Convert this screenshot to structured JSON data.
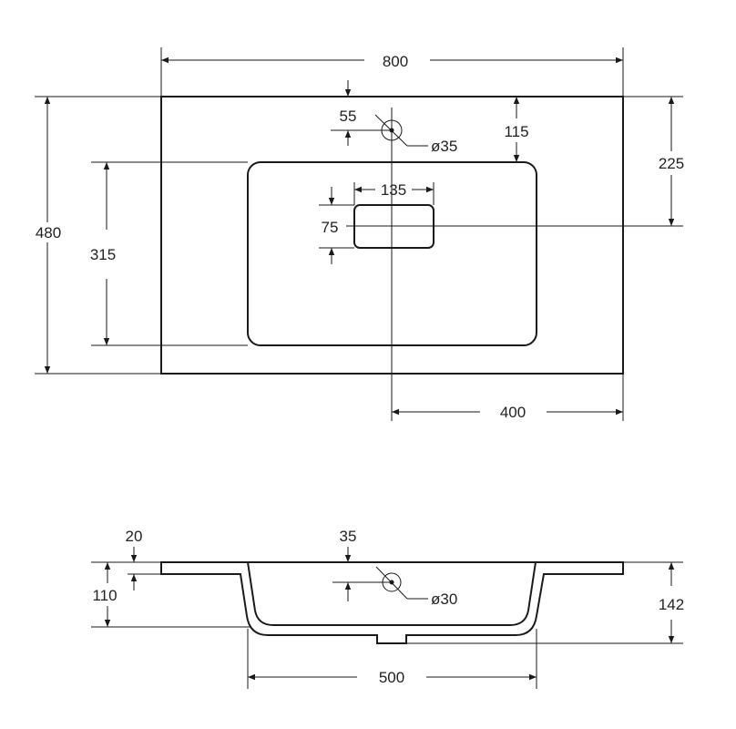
{
  "colors": {
    "line": "#1a1a1a",
    "text": "#222222",
    "background": "#ffffff"
  },
  "top_view": {
    "overall_width": "800",
    "overall_depth": "480",
    "tap_hole_offset": "55",
    "tap_hole_diameter": "ø35",
    "bowl_offset_from_back": "115",
    "drain_center_offset": "225",
    "bowl_depth": "315",
    "drain_width": "135",
    "drain_depth": "75",
    "center_to_edge": "400"
  },
  "side_view": {
    "rim_thickness": "20",
    "overflow_offset": "35",
    "overflow_diameter": "ø30",
    "bowl_height": "110",
    "total_height": "142",
    "bowl_width": "500"
  }
}
